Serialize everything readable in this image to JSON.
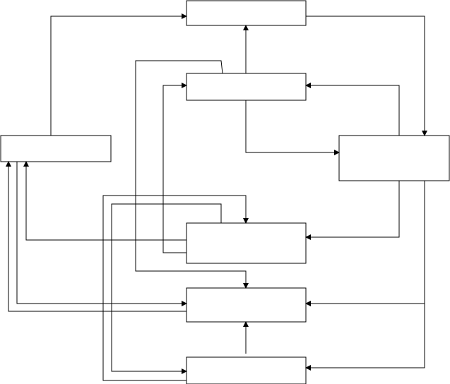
{
  "diagram": {
    "stroke_color": "#000000",
    "background": "#ffffff",
    "boxes": [
      {
        "id": "box-top",
        "label": ""
      },
      {
        "id": "box-middle-upper",
        "label": ""
      },
      {
        "id": "box-left",
        "label": ""
      },
      {
        "id": "box-right",
        "label": ""
      },
      {
        "id": "box-lower-1",
        "label": ""
      },
      {
        "id": "box-lower-2",
        "label": ""
      },
      {
        "id": "box-bottom",
        "label": ""
      }
    ],
    "connector_count": 18
  }
}
